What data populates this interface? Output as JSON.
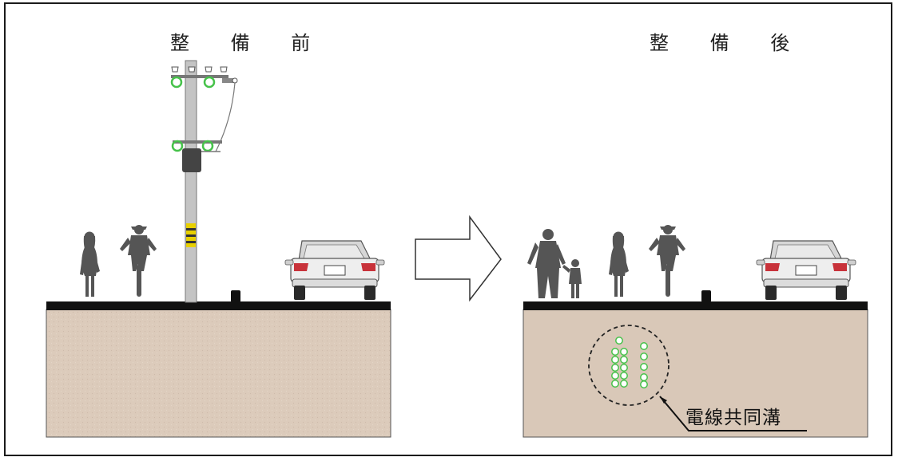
{
  "panels": {
    "before": {
      "title": "整 備 前"
    },
    "after": {
      "title": "整 備 後"
    }
  },
  "callout": {
    "label": "電線共同溝"
  },
  "colors": {
    "soil": "#d9c8b8",
    "road": "#111111",
    "pole": "#bfbfbf",
    "silhouette": "#555555",
    "conduit": "#46c24a"
  }
}
